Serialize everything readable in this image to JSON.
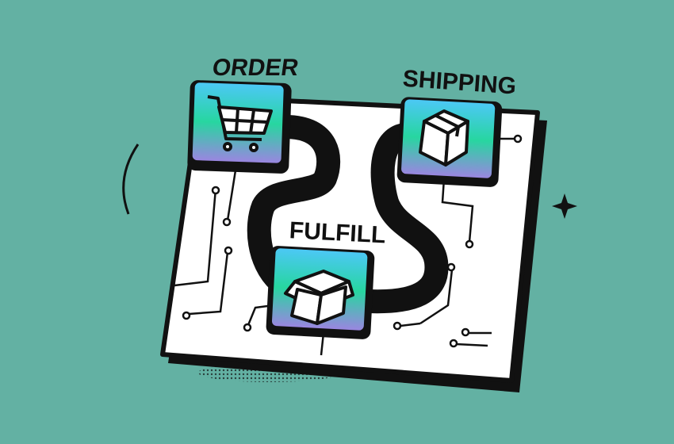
{
  "labels": {
    "order": "ORDER",
    "shipping": "SHIPPING",
    "fulfill": "FULFILL"
  },
  "icons": {
    "order": "shopping-cart-icon",
    "shipping": "closed-box-icon",
    "fulfill": "open-box-icon"
  },
  "colors": {
    "background": "#63b1a3",
    "board": "#ffffff",
    "outline": "#111111",
    "tile_top": "#4cc8f5",
    "tile_mid": "#27d6a0",
    "tile_bottom": "#9a86e0"
  }
}
